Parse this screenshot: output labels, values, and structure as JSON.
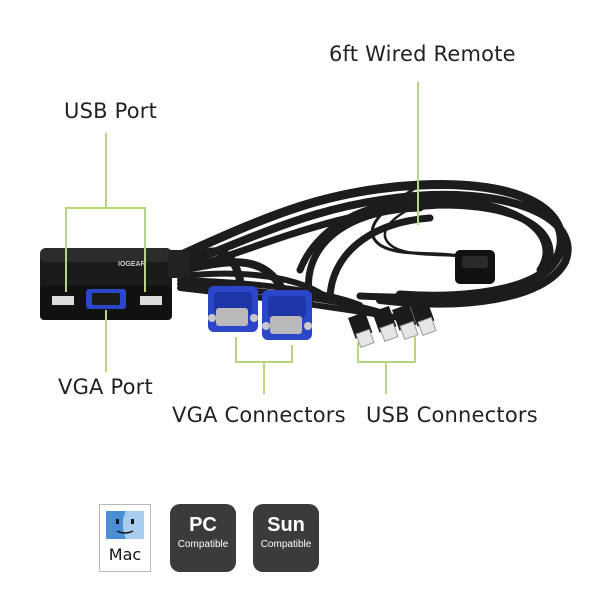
{
  "labels": {
    "remote": "6ft Wired Remote",
    "usb_port": "USB Port",
    "vga_port": "VGA Port",
    "vga_connectors": "VGA Connectors",
    "usb_connectors": "USB Connectors"
  },
  "device": {
    "brand": "IOGEAR"
  },
  "badges": {
    "mac": {
      "label": "Mac"
    },
    "pc": {
      "big": "PC",
      "small": "Compatible"
    },
    "sun": {
      "big": "Sun",
      "small": "Compatible"
    }
  },
  "colors": {
    "callout_line": "#b5d67a",
    "vga_blue": "#2b46c9",
    "cable": "#1c1c1c",
    "badge_dark": "#3b3b3b"
  },
  "icons": {
    "mac_badge": "mac-face-icon"
  }
}
